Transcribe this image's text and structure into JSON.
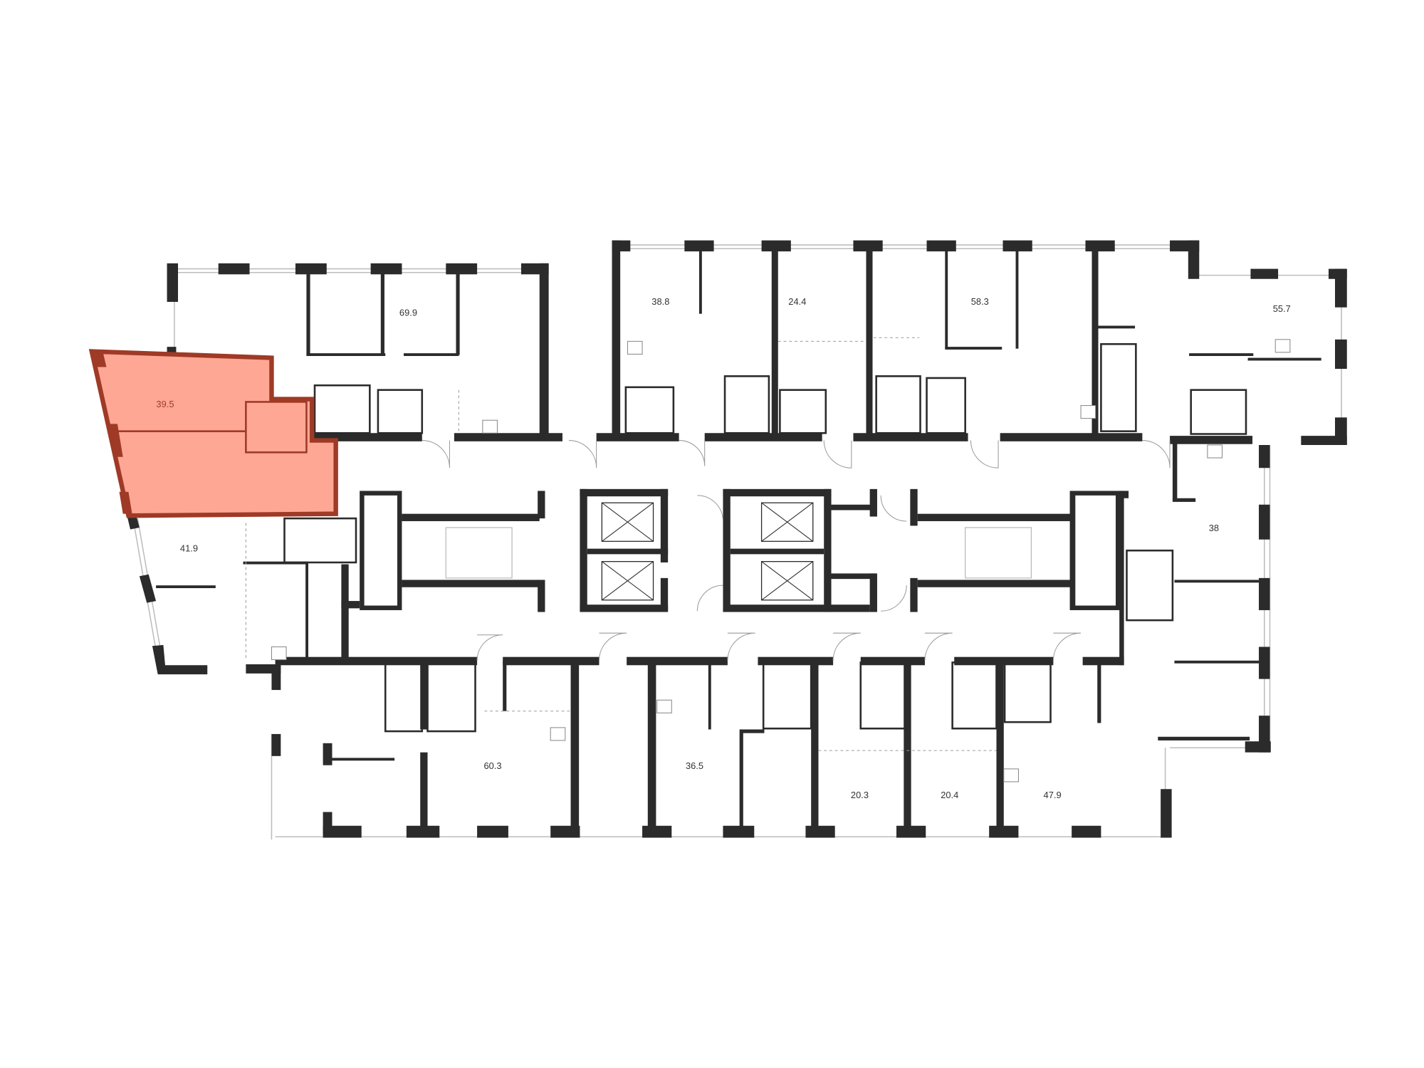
{
  "plan": {
    "highlight_fill": "#FFA795",
    "highlight_stroke": "#9E3A26",
    "wall_color": "#2B2B2B",
    "selected_unit": {
      "area": "39.5"
    },
    "units": [
      {
        "area": "69.9"
      },
      {
        "area": "38.8"
      },
      {
        "area": "24.4"
      },
      {
        "area": "58.3"
      },
      {
        "area": "55.7"
      },
      {
        "area": "38"
      },
      {
        "area": "41.9"
      },
      {
        "area": "60.3"
      },
      {
        "area": "36.5"
      },
      {
        "area": "20.3"
      },
      {
        "area": "20.4"
      },
      {
        "area": "47.9"
      }
    ]
  }
}
